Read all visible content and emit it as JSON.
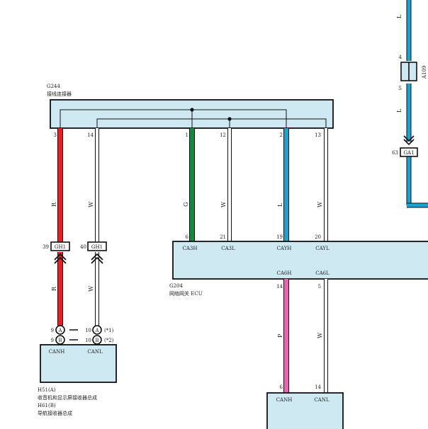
{
  "colors": {
    "red": "#ee1c24",
    "green": "#0f8a3e",
    "blue": "#1aa3cf",
    "pink": "#f060b4",
    "white_wire": "#ffffff",
    "box_fill": "#cfe9f3",
    "outline": "#111111"
  },
  "g244": {
    "code": "G244",
    "name": "接线连接器",
    "pins": [
      "3",
      "14",
      "1",
      "12",
      "2",
      "13"
    ]
  },
  "g204": {
    "code": "G204",
    "name": "网络网关 ECU",
    "top_pins": [
      "6",
      "21",
      "19",
      "20"
    ],
    "top_labels": [
      "CA3H",
      "CA3L",
      "CAYH",
      "CAYL"
    ],
    "bottom_labels": [
      "CA6H",
      "CA6L"
    ],
    "bottom_pins": [
      "14",
      "5"
    ]
  },
  "wire_colors": {
    "r": "R",
    "w": "W",
    "g": "G",
    "l": "L",
    "p": "P"
  },
  "connectors": {
    "gh1_left_pin": "39",
    "gh1_right_pin": "40",
    "gh1": "GH1",
    "ga1_pin": "63",
    "ga1": "GA1",
    "a109": "A109",
    "a109_pin_top": "4",
    "a109_pin_bottom": "5"
  },
  "h51": {
    "pin_a1": "9",
    "pin_b1": "9",
    "pin_a2": "10",
    "pin_b2": "10",
    "a": "A",
    "b": "B",
    "note1": "(*1)",
    "note2": "(*2)",
    "canh": "CANH",
    "canl": "CANL",
    "title_a": "H51(A)",
    "name_a": "收音机和显示屏接收器总成",
    "title_b": "H61(B)",
    "name_b": "导航接收器总成"
  },
  "bottom_box": {
    "pin_left": "6",
    "pin_right": "14",
    "canh": "CANH",
    "canl": "CANL"
  }
}
